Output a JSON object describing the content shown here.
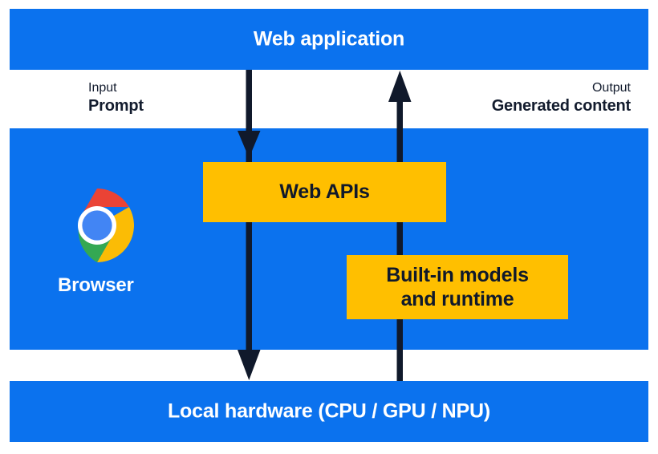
{
  "diagram": {
    "title_top": "Web application",
    "title_bottom": "Local hardware (CPU / GPU / NPU)",
    "flows": [
      {
        "kind": "Input",
        "value": "Prompt"
      },
      {
        "kind": "Output",
        "value": "Generated content"
      }
    ],
    "browser": {
      "label": "Browser",
      "logo_icon": "chrome-logo-icon"
    },
    "boxes": [
      {
        "label": "Web APIs"
      },
      {
        "label": "Built-in models\nand runtime",
        "line1": "Built-in models",
        "line2": "and runtime"
      }
    ],
    "arrows": [
      {
        "name": "input-arrow-down",
        "direction": "down"
      },
      {
        "name": "output-arrow-up",
        "direction": "up"
      }
    ],
    "colors": {
      "blue": "#0b72ee",
      "yellow": "#ffbf00",
      "arrow_navy": "#10192b",
      "text_on_blue": "#ffffff",
      "text_dark": "#131c2e",
      "chrome_red": "#ea4335",
      "chrome_yellow": "#fbbc05",
      "chrome_green": "#34a853",
      "chrome_blue": "#4285f4",
      "chrome_ring": "#ffffff"
    }
  }
}
